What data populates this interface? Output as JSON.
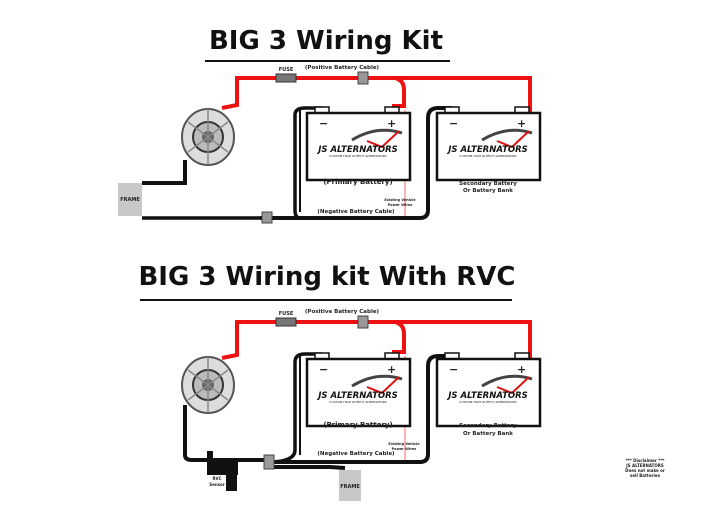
{
  "diagram1": {
    "title": "BIG 3 Wiring Kit",
    "fuse_label": "FUSE",
    "positive_cable": "(Positive Battery Cable)",
    "negative_cable": "(Negative Battery Cable)",
    "primary_battery": "(Primary Battery)",
    "secondary_battery_1": "Secondary Battery",
    "secondary_battery_2": "Or Battery Bank",
    "existing_wires_1": "Existing Vehicle",
    "existing_wires_2": "Power Wires",
    "frame": "FRAME"
  },
  "diagram2": {
    "title": "BIG 3 Wiring kit With RVC",
    "fuse_label": "FUSE",
    "positive_cable": "(Positive Battery Cable)",
    "negative_cable": "(Negative Battery Cable)",
    "primary_battery": "(Primary Battery)",
    "secondary_battery_1": "Secondary Battery",
    "secondary_battery_2": "Or Battery Bank",
    "existing_wires_1": "Existing Vehicle",
    "existing_wires_2": "Power Wires",
    "frame": "FRAME",
    "rvc_1": "RVC",
    "rvc_2": "Sensor"
  },
  "battery": {
    "minus": "−",
    "plus": "+",
    "brand": "JS ALTERNATORS",
    "tagline": "CUSTOM HIGH OUTPUT ALTERNATORS"
  },
  "disclaimer": [
    "*** Disclaimer ***",
    "JS ALTERNATORS",
    "Does not make or",
    "sell Batteries"
  ],
  "colors": {
    "positive": "#ee1111",
    "negative": "#111111",
    "connector": "#999999",
    "frame": "#c8c8c8"
  }
}
